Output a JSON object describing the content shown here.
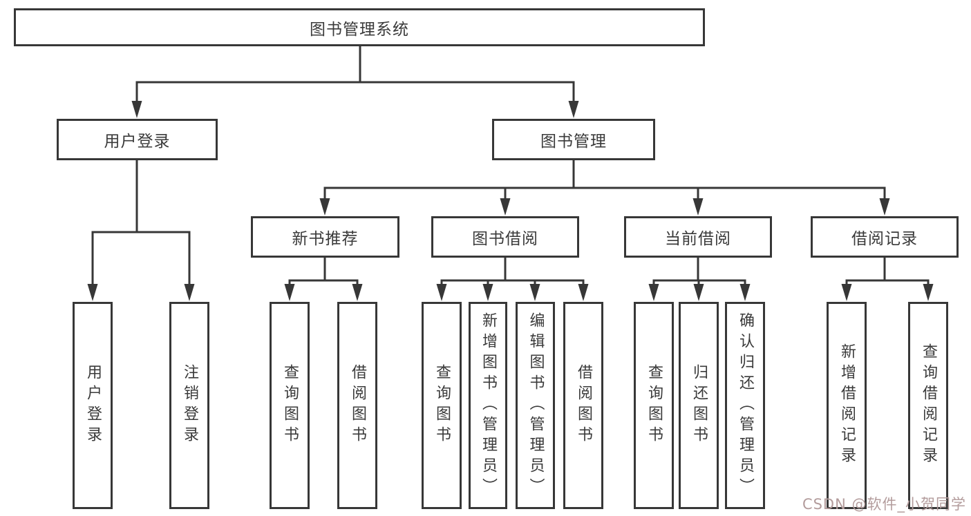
{
  "tree": {
    "root": {
      "label": "图书管理系统",
      "children": [
        {
          "label": "用户登录",
          "children": [
            {
              "label": "用户登录"
            },
            {
              "label": "注销登录"
            }
          ]
        },
        {
          "label": "图书管理",
          "children": [
            {
              "label": "新书推荐",
              "children": [
                {
                  "label": "查询图书"
                },
                {
                  "label": "借阅图书"
                }
              ]
            },
            {
              "label": "图书借阅",
              "children": [
                {
                  "label": "查询图书"
                },
                {
                  "label": "新增图书（管理员）"
                },
                {
                  "label": "编辑图书（管理员）"
                },
                {
                  "label": "借阅图书"
                }
              ]
            },
            {
              "label": "当前借阅",
              "children": [
                {
                  "label": "查询图书"
                },
                {
                  "label": "归还图书"
                },
                {
                  "label": "确认归还（管理员）"
                }
              ]
            },
            {
              "label": "借阅记录",
              "children": [
                {
                  "label": "新增借阅记录"
                },
                {
                  "label": "查询借阅记录"
                }
              ]
            }
          ]
        }
      ]
    }
  },
  "watermark": {
    "text": "CSDN @软件_小贺同学",
    "color": "#b39c9c"
  },
  "colors": {
    "line": "#373737",
    "box_border": "#373737",
    "box_fill": "#ffffff",
    "text": "#3a3a3a",
    "background": "#ffffff"
  }
}
